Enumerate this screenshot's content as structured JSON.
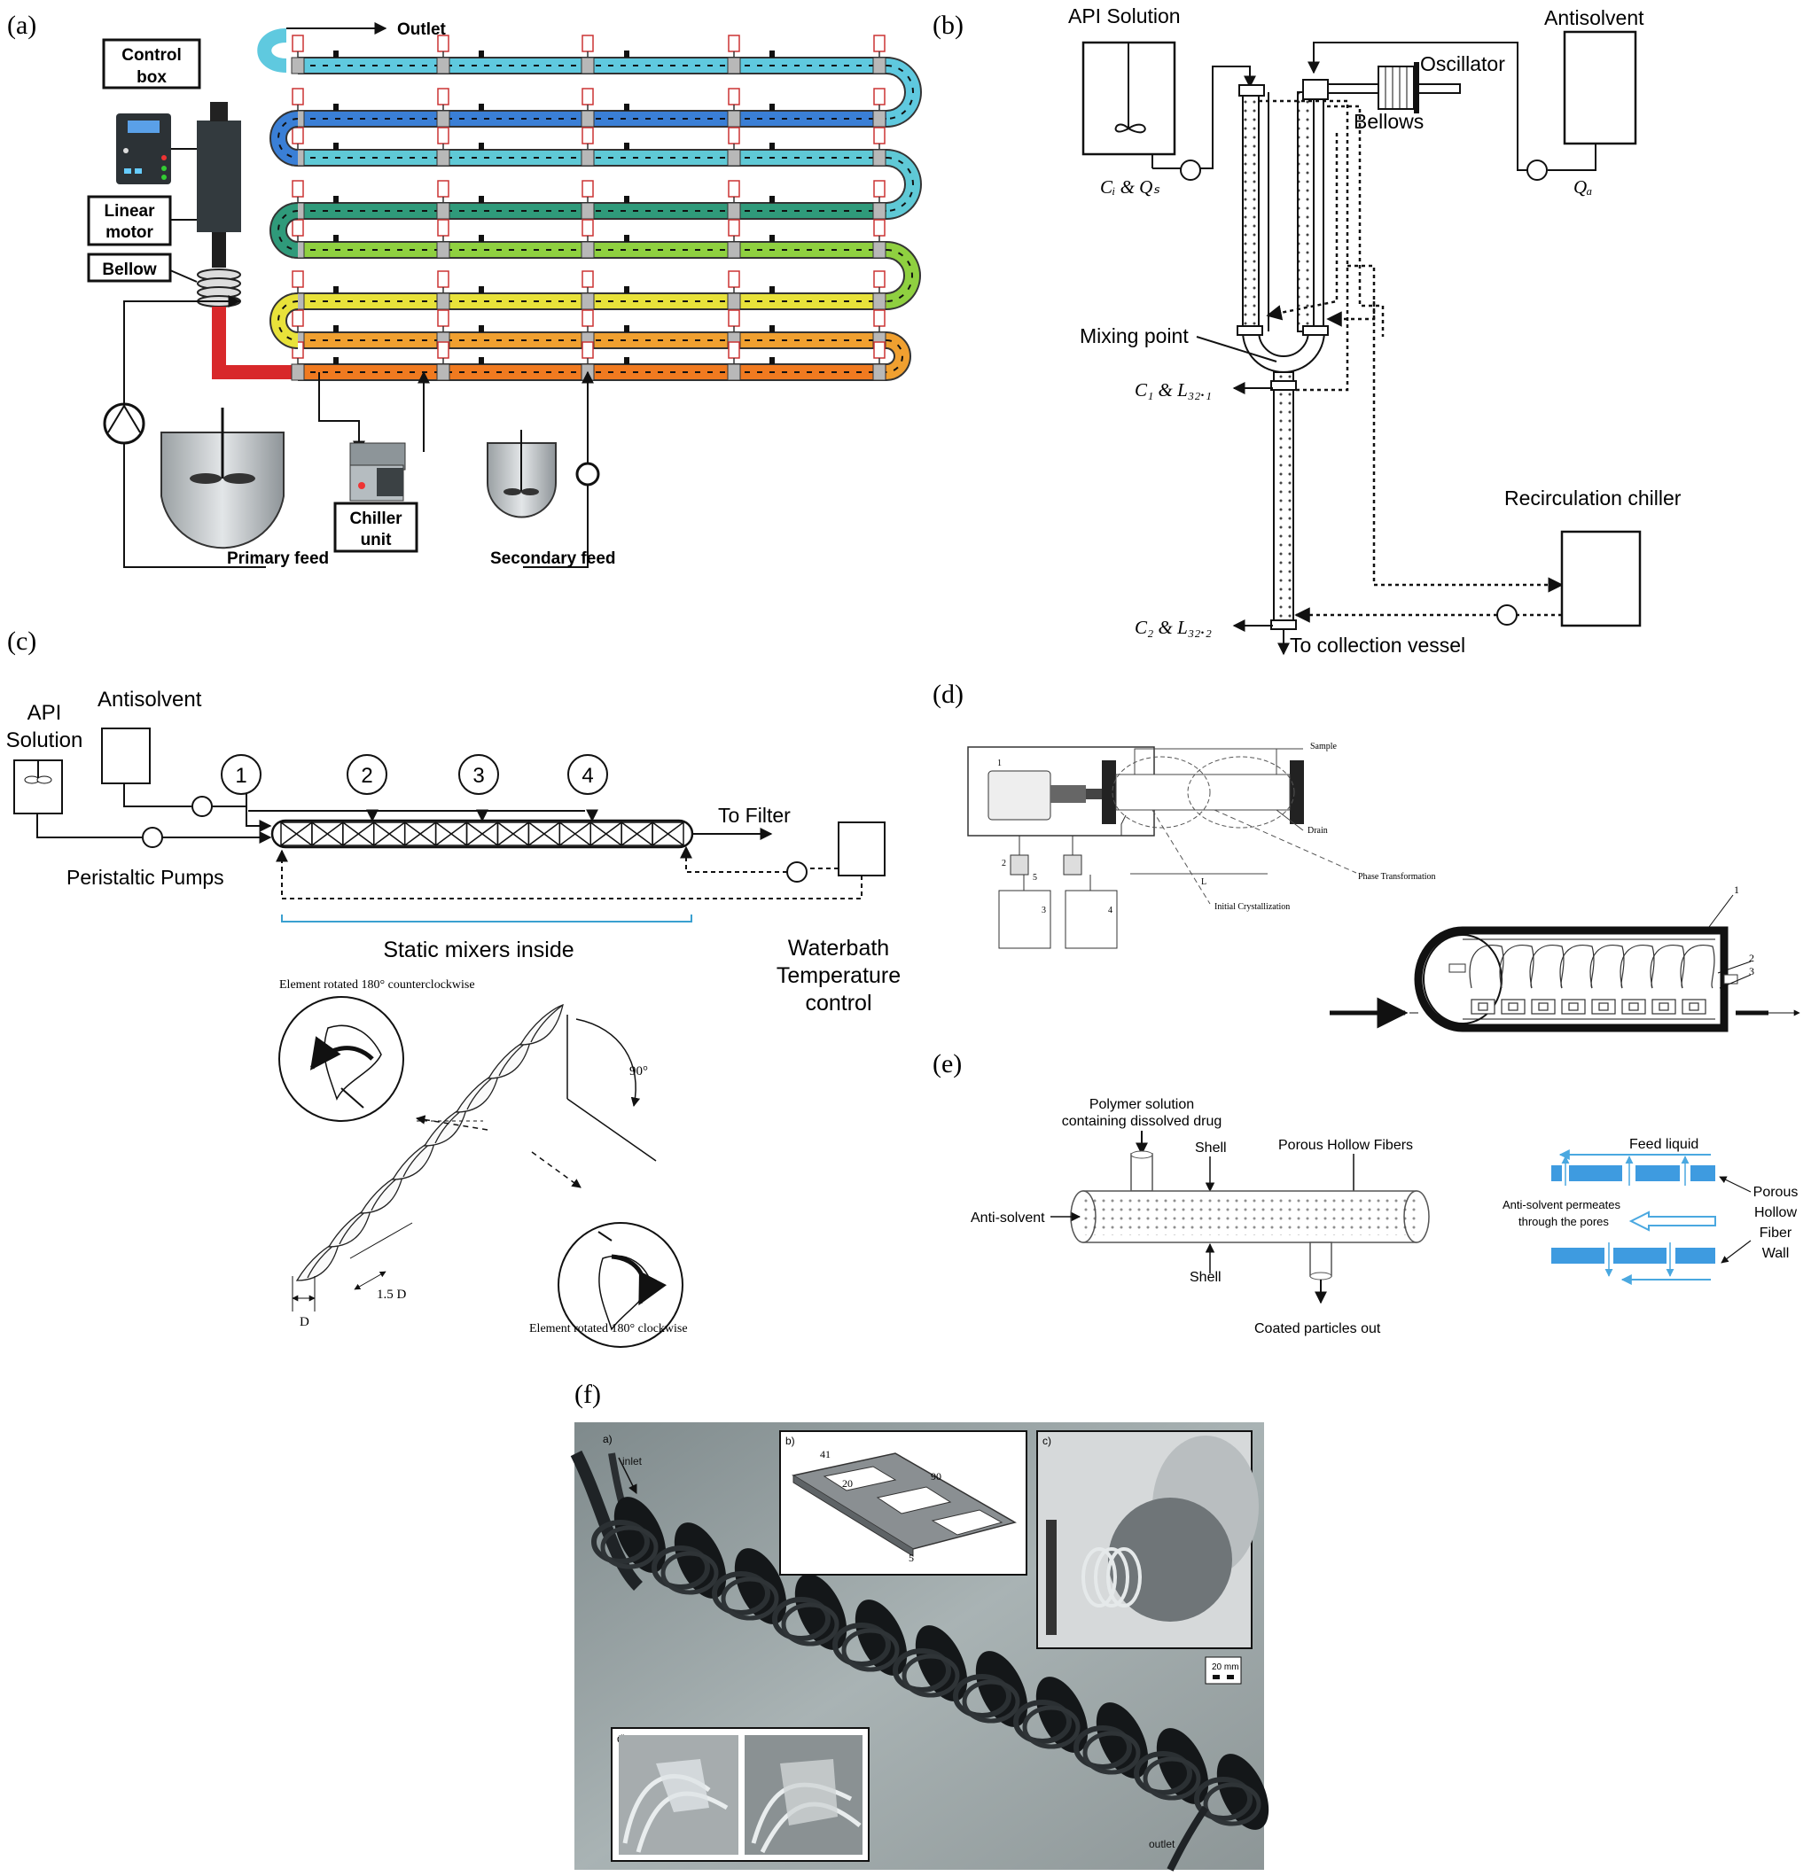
{
  "panels": {
    "a": {
      "letter": "(a)",
      "labels": {
        "control_box_1": "Control",
        "control_box_2": "box",
        "linear_motor_1": "Linear",
        "linear_motor_2": "motor",
        "bellow": "Bellow",
        "outlet": "Outlet",
        "chiller_1": "Chiller",
        "chiller_2": "unit",
        "primary_feed": "Primary feed",
        "secondary_feed": "Secondary feed"
      },
      "row_colors": [
        "#5fc9df",
        "#3a7fd6",
        "#5fc9d6",
        "#2f9a7a",
        "#8fd040",
        "#e8e23a",
        "#f0a030",
        "#f07a20",
        "#e02a2a"
      ]
    },
    "b": {
      "letter": "(b)",
      "labels": {
        "api_solution": "API Solution",
        "antisolvent": "Antisolvent",
        "oscillator": "Oscillator",
        "bellows": "Bellows",
        "ci_qs": "Cᵢ & Qₛ",
        "qa": "Qₐ",
        "mixing_point": "Mixing point",
        "c1_l": "C₁ & L₃₂.₁",
        "c2_l": "C₂ & L₃₂.₂",
        "recirculation_chiller": "Recirculation chiller",
        "collection": "To collection vessel"
      }
    },
    "c": {
      "letter": "(c)",
      "labels": {
        "api_1": "API",
        "api_2": "Solution",
        "antisolvent": "Antisolvent",
        "ports": [
          "1",
          "2",
          "3",
          "4"
        ],
        "to_filter": "To Filter",
        "peristaltic": "Peristaltic Pumps",
        "static_mixers": "Static mixers inside",
        "waterbath_1": "Waterbath",
        "waterbath_2": "Temperature",
        "waterbath_3": "control",
        "ccw": "Element rotated 180° counterclockwise",
        "cw": "Element rotated 180° clockwise",
        "angle": "90°",
        "d": "D",
        "d15": "1.5 D"
      }
    },
    "d": {
      "letter": "(d)",
      "labels": {
        "sample": "Sample",
        "drain": "Drain",
        "l": "L",
        "phase": "Phase Transformation",
        "initial": "Initial Crystallization",
        "n1": "1",
        "n2": "2",
        "n3": "3",
        "n4": "4",
        "n5": "5"
      }
    },
    "e": {
      "letter": "(e)",
      "labels": {
        "polymer_1": "Polymer solution",
        "polymer_2": "containing dissolved drug",
        "shell_top": "Shell",
        "porous": "Porous Hollow Fibers",
        "anti": "Anti-solvent",
        "shell_bottom": "Shell",
        "coated": "Coated particles out",
        "feed_liquid": "Feed liquid",
        "permeate_1": "Anti-solvent permeates",
        "permeate_2": "through the pores",
        "wall_1": "Porous",
        "wall_2": "Hollow",
        "wall_3": "Fiber",
        "wall_4": "Wall"
      },
      "accent": "#4aa8e0"
    },
    "f": {
      "letter": "(f)",
      "labels": {
        "a": "a)",
        "b": "b)",
        "c": "c)",
        "d": "d)",
        "inlet": "inlet",
        "outlet": "outlet",
        "scale": "20 mm",
        "dim_41": "41",
        "dim_90": "90",
        "dim_20": "20",
        "dim_5": "5"
      }
    }
  }
}
